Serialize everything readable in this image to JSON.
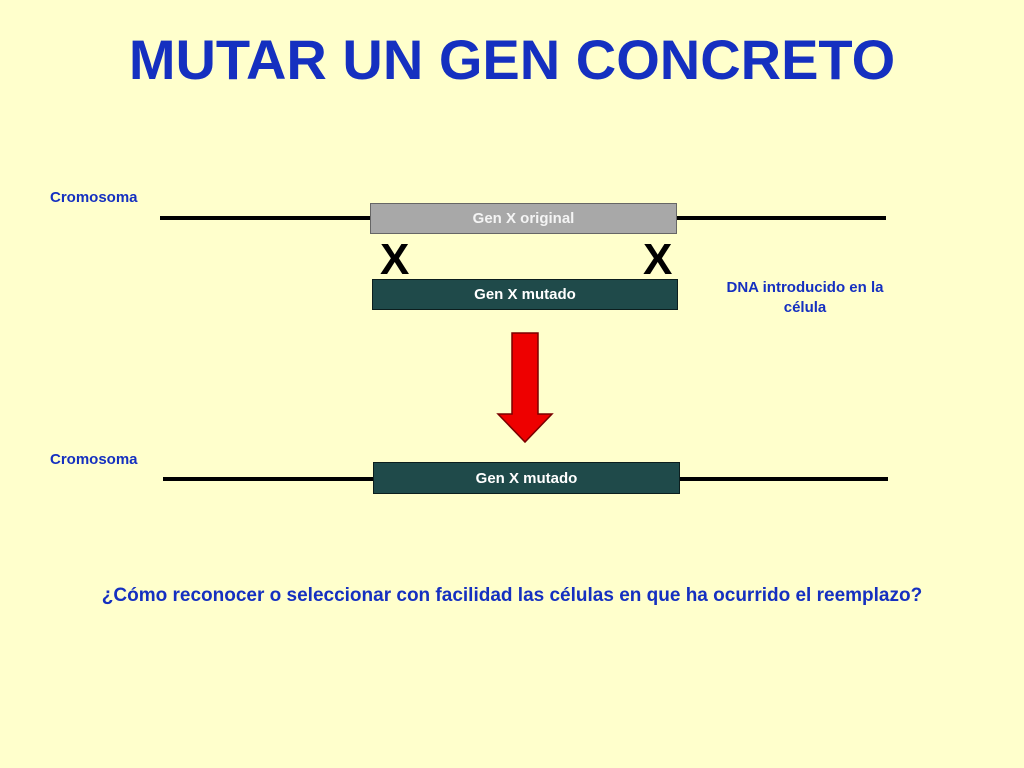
{
  "title": "MUTAR UN GEN CONCRETO",
  "top": {
    "chromosome_label": "Cromosoma",
    "original_gene_label": "Gen X original",
    "cross_left": "X",
    "cross_right": "X",
    "introduced_gene_label": "Gen X mutado",
    "introduced_dna_label": "DNA introducido en la célula"
  },
  "bottom": {
    "chromosome_label": "Cromosoma",
    "result_gene_label": "Gen X mutado"
  },
  "question": "¿Cómo reconocer o seleccionar con facilidad las células en que ha ocurrido el reemplazo?",
  "colors": {
    "background": "#FFFFCC",
    "text_blue": "#1530C0",
    "gene_original": "#A8A8A8",
    "gene_mutated": "#1F4A4A",
    "arrow": "#EE0000"
  }
}
